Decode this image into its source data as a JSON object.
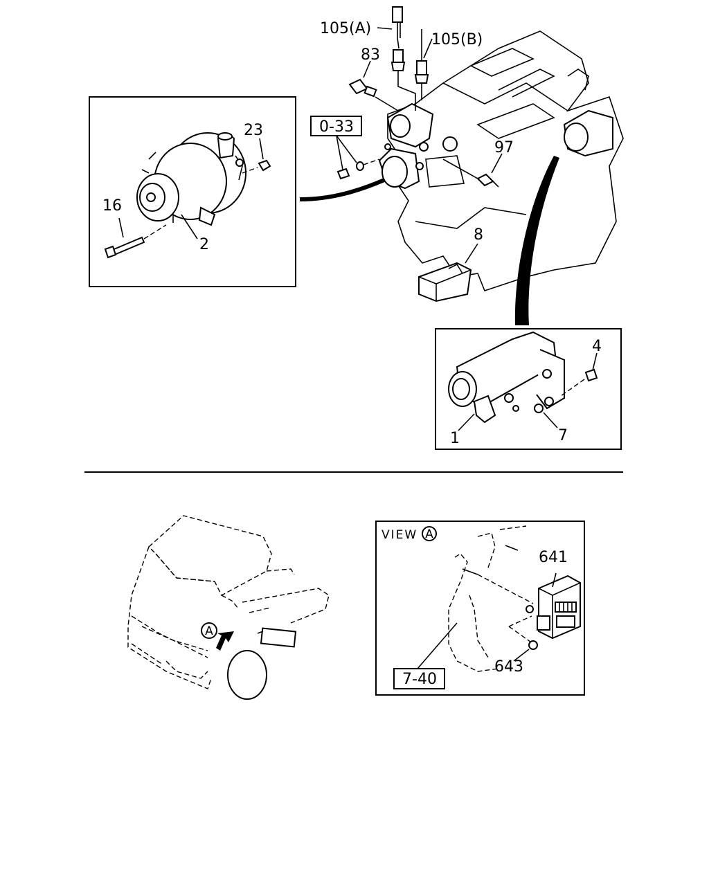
{
  "callouts": {
    "p105a": "105(A)",
    "p105b": "105(B)",
    "p83": "83",
    "p23": "23",
    "p97": "97",
    "p16": "16",
    "p2": "2",
    "p8": "8",
    "p4": "4",
    "p1": "1",
    "p7": "7",
    "p641": "641",
    "p643": "643"
  },
  "refs": {
    "r033": "0-33",
    "r740": "7-40"
  },
  "view": {
    "label": "VIEW",
    "marker": "A"
  },
  "truck_marker": "A"
}
